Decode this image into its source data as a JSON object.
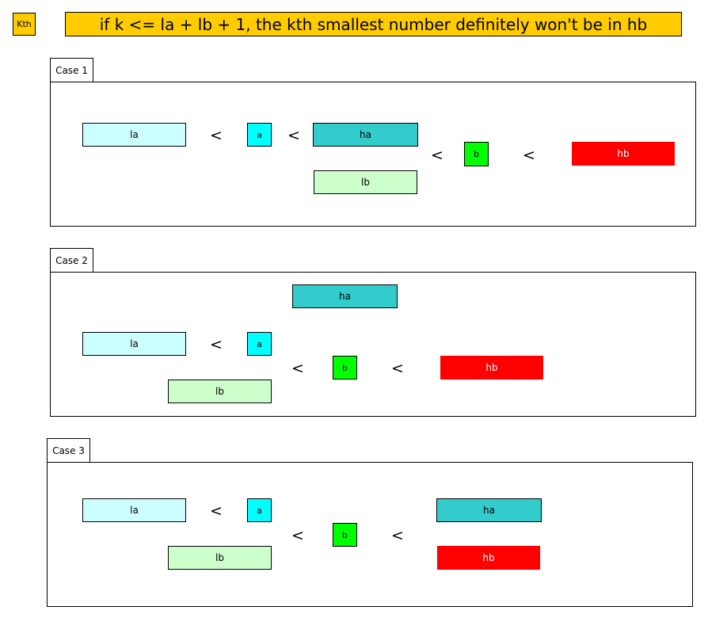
{
  "tag": "Kth",
  "headline": "if k <= la + lb + 1, the kth smallest number definitely won't be in hb",
  "lt": "<",
  "colors": {
    "la": "#ccffff",
    "a": "#00ffff",
    "ha": "#33cccc",
    "lb": "#ccffcc",
    "b": "#00ff00",
    "hb": "#ff0000",
    "highlight": "#ffcc00"
  },
  "cases": [
    {
      "label": "Case 1",
      "la": "la",
      "a": "a",
      "ha": "ha",
      "lb": "lb",
      "b": "b",
      "hb": "hb"
    },
    {
      "label": "Case 2",
      "la": "la",
      "a": "a",
      "ha": "ha",
      "lb": "lb",
      "b": "b",
      "hb": "hb"
    },
    {
      "label": "Case 3",
      "la": "la",
      "a": "a",
      "ha": "ha",
      "lb": "lb",
      "b": "b",
      "hb": "hb"
    }
  ]
}
